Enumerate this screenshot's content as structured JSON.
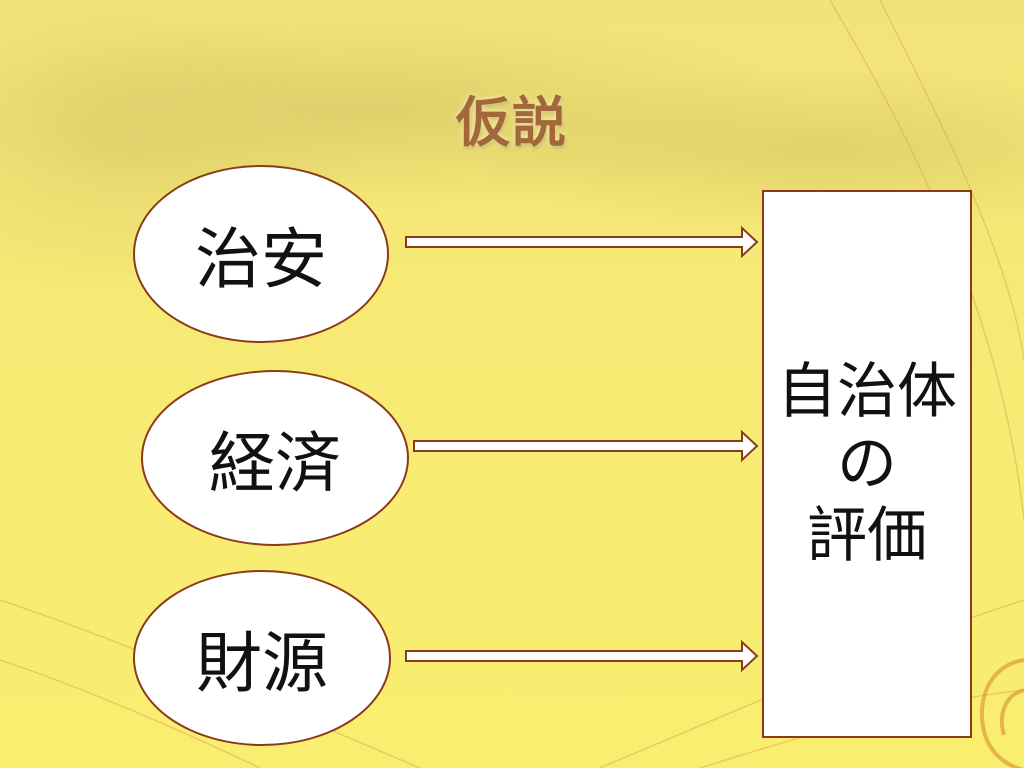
{
  "slide": {
    "title": "仮説",
    "factors": [
      {
        "label": "治安"
      },
      {
        "label": "経済"
      },
      {
        "label": "財源"
      }
    ],
    "result": {
      "lines": [
        "自治体",
        "の",
        "評価"
      ]
    },
    "colors": {
      "background": "#f8ec72",
      "title": "#a2683a",
      "outline": "#8b3a1a",
      "shape_fill": "#ffffff"
    }
  }
}
